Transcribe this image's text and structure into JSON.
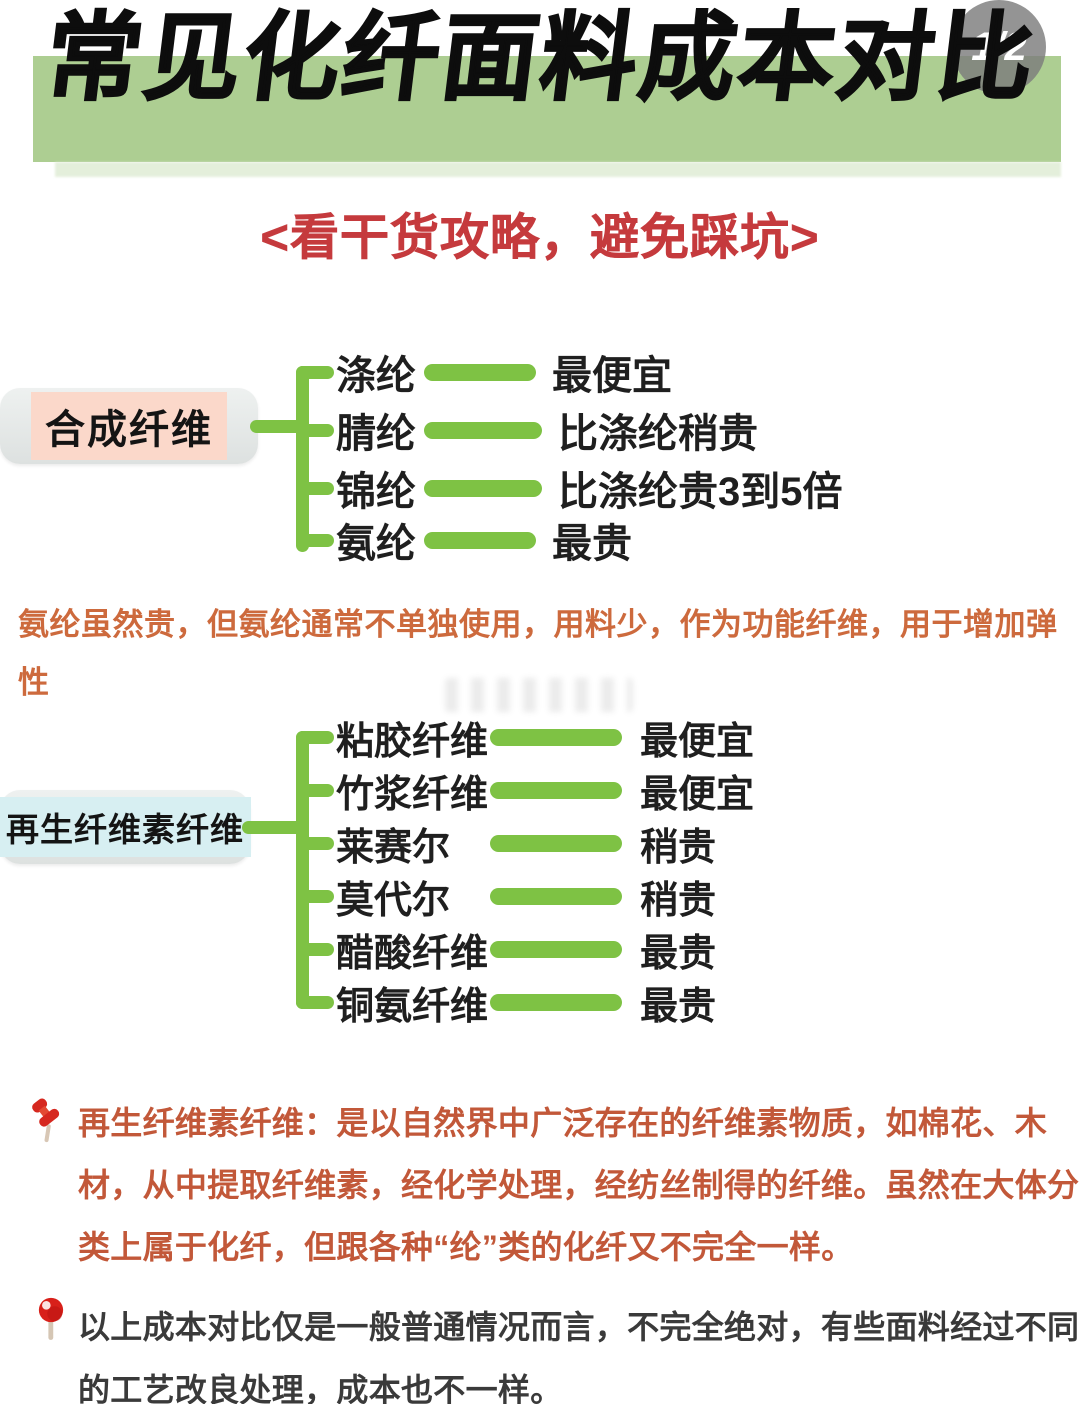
{
  "header": {
    "title": "常见化纤面料成本对比",
    "page_badge": "1/2",
    "subtitle": "<看干货攻略，避免踩坑>"
  },
  "tree_synthetic": {
    "label": "合成纤维",
    "items": [
      {
        "name": "涤纶",
        "cost": "最便宜"
      },
      {
        "name": "腈纶",
        "cost": "比涤纶稍贵"
      },
      {
        "name": "锦纶",
        "cost": "比涤纶贵3到5倍"
      },
      {
        "name": "氨纶",
        "cost": "最贵"
      }
    ]
  },
  "note_spandex": "氨纶虽然贵，但氨纶通常不单独使用，用料少，作为功能纤维，用于增加弹\n性",
  "tree_regenerated": {
    "label": "再生纤维素纤维",
    "items": [
      {
        "name": "粘胶纤维",
        "cost": "最便宜"
      },
      {
        "name": "竹浆纤维",
        "cost": "最便宜"
      },
      {
        "name": "莱赛尔",
        "cost": "稍贵"
      },
      {
        "name": "莫代尔",
        "cost": "稍贵"
      },
      {
        "name": "醋酸纤维",
        "cost": "最贵"
      },
      {
        "name": "铜氨纤维",
        "cost": "最贵"
      }
    ]
  },
  "note_regenerated": "再生纤维素纤维：是以自然界中广泛存在的纤维素物质，如棉花、木\n材，从中提取纤维素，经化学处理，经纺丝制得的纤维。虽然在大体分\n类上属于化纤，但跟各种“纶”类的化纤又不完全一样。",
  "note_general": "以上成本对比仅是一般普通情况而言，不完全绝对，有些面料经过不同\n的工艺改良处理，成本也不一样。",
  "colors": {
    "band_green": "#adce92",
    "branch_green": "#7ec244",
    "highlight_pink": "#fbd8ca",
    "highlight_blue": "#d7eff2",
    "subtitle_red": "#c53a3d",
    "note_orange": "#cd6a3d",
    "note_red": "#c25839"
  }
}
